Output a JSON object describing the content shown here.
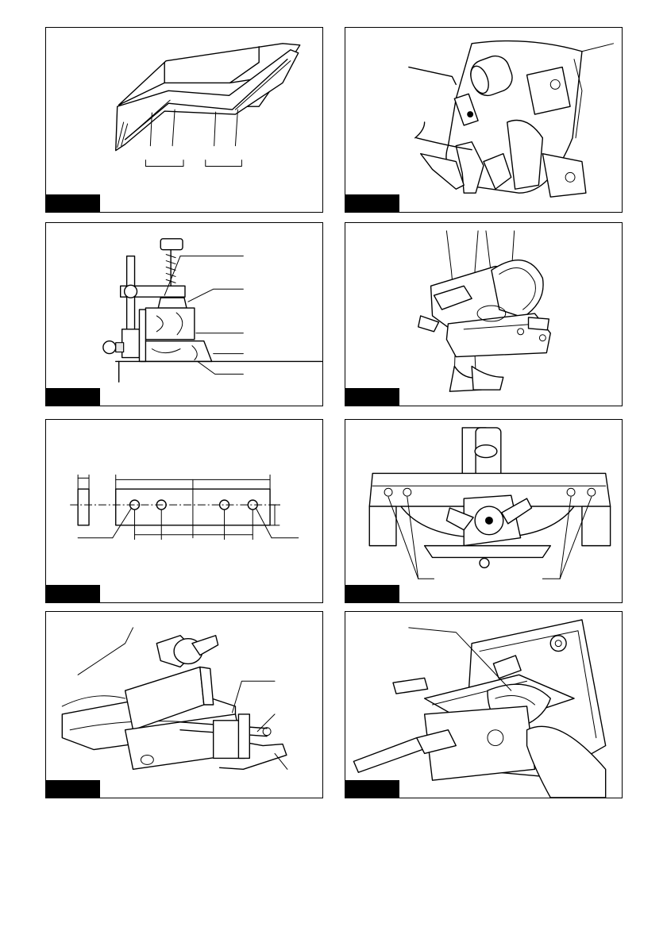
{
  "page": {
    "figures": [
      {
        "id": "fig-1",
        "subject": "crown-molding-corner"
      },
      {
        "id": "fig-2",
        "subject": "blade-guard-lever"
      },
      {
        "id": "fig-3",
        "subject": "vertical-vise-clamp"
      },
      {
        "id": "fig-4",
        "subject": "carrying-tool"
      },
      {
        "id": "fig-5",
        "subject": "sub-fence-hole-dimensions"
      },
      {
        "id": "fig-6",
        "subject": "sub-fence-screws"
      },
      {
        "id": "fig-7",
        "subject": "holder-assembly"
      },
      {
        "id": "fig-8",
        "subject": "cutting-workpiece"
      }
    ]
  }
}
